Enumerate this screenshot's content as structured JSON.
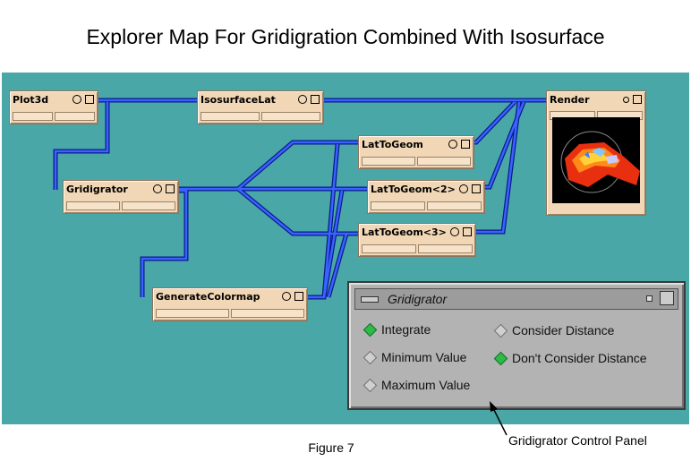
{
  "title": "Explorer Map For Gridigration Combined With Isosurface",
  "modules": [
    {
      "id": "plot3d",
      "label": "Plot3d"
    },
    {
      "id": "isosurfacelat",
      "label": "IsosurfaceLat"
    },
    {
      "id": "render",
      "label": "Render"
    },
    {
      "id": "lattogeom",
      "label": "LatToGeom"
    },
    {
      "id": "gridigrator",
      "label": "Gridigrator"
    },
    {
      "id": "lattogeom2",
      "label": "LatToGeom<2>"
    },
    {
      "id": "lattogeom3",
      "label": "LatToGeom<3>"
    },
    {
      "id": "generatecolormap",
      "label": "GenerateColormap"
    }
  ],
  "panel": {
    "title": "Gridigrator",
    "options": [
      {
        "label": "Integrate",
        "selected": true
      },
      {
        "label": "Minimum Value",
        "selected": false
      },
      {
        "label": "Maximum Value",
        "selected": false
      },
      {
        "label": "Consider Distance",
        "selected": false
      },
      {
        "label": "Don't Consider Distance",
        "selected": true
      }
    ]
  },
  "annotation": "Gridigrator Control Panel",
  "caption": "Figure 7",
  "colors": {
    "canvas": "#4aa7a7",
    "wire": "#1f3fe0",
    "module": "#f1d7b5",
    "panel": "#b3b3b3",
    "selected": "#2dbb47"
  }
}
